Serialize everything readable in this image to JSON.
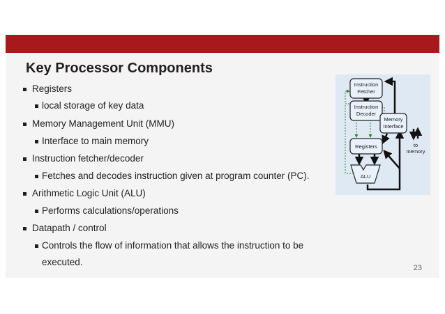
{
  "slide": {
    "title": "Key Processor Components",
    "bullets": [
      {
        "text": "Registers",
        "level": 1
      },
      {
        "text": "local storage of key data",
        "level": 2
      },
      {
        "text": "Memory Management Unit (MMU)",
        "level": 1
      },
      {
        "text": "Interface to main memory",
        "level": 2
      },
      {
        "text": "Instruction fetcher/decoder",
        "level": 1
      },
      {
        "text": "Fetches and decodes instruction given at program counter (PC).",
        "level": 2
      },
      {
        "text": "Arithmetic Logic Unit (ALU)",
        "level": 1
      },
      {
        "text": "Performs calculations/operations",
        "level": 2
      },
      {
        "text": "Datapath / control",
        "level": 1
      },
      {
        "text": "Controls the flow of information that allows the instruction to be",
        "level": 2
      },
      {
        "text": "executed.",
        "level": 2
      }
    ],
    "page_number": "23"
  },
  "diagram": {
    "fetcher": [
      "Instruction",
      "Fetcher"
    ],
    "decoder": [
      "Instruction",
      "Decoder"
    ],
    "memory_interface": [
      "Memory",
      "Interface"
    ],
    "registers": "Registers",
    "alu": "ALU",
    "to_memory": [
      "to",
      "memory"
    ]
  }
}
